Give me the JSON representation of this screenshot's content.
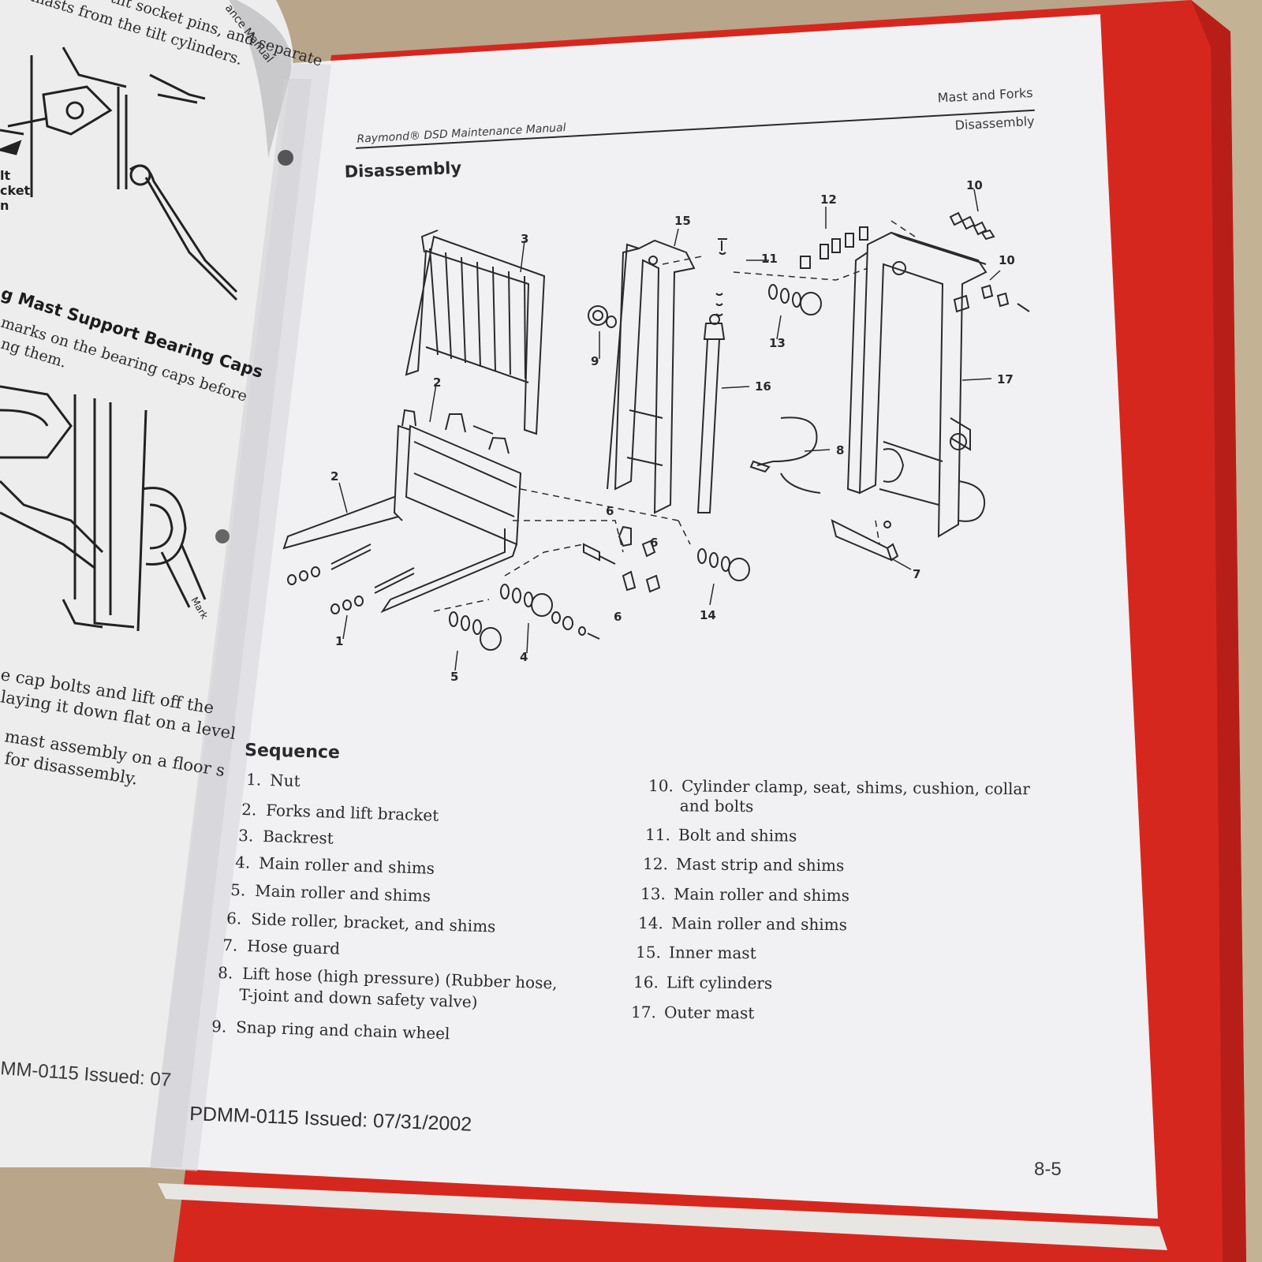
{
  "colors": {
    "binder_red": "#d6271f",
    "table_wood": "#b8a58a",
    "paper": "#f1f1f3",
    "ink": "#2b2b2e"
  },
  "left_page": {
    "top_text_1": "nove the tilt socket pins, and separate",
    "top_text_2": "e masts from the tilt cylinders.",
    "running_head": "ance Manual",
    "callout_1": "lt",
    "callout_2": "cket",
    "callout_3": "n",
    "heading": "g Mast Support Bearing Caps",
    "para_1": "marks on the bearing caps before",
    "para_2": "ng them.",
    "marks_label": "Mark",
    "body_1": "e cap bolts and lift off the",
    "body_2": "laying it down flat on a level",
    "body_3": "mast assembly on a floor s",
    "body_4": "for disassembly.",
    "footer": "MM-0115 Issued: 07"
  },
  "right_page": {
    "header_title": "Raymond® DSD Maintenance Manual",
    "header_chapter": "Mast and Forks",
    "header_section": "Disassembly",
    "section_title": "Disassembly",
    "callouts": [
      "1",
      "2",
      "2",
      "3",
      "4",
      "5",
      "6",
      "6",
      "6",
      "7",
      "8",
      "9",
      "10",
      "10",
      "11",
      "12",
      "13",
      "14",
      "15",
      "16",
      "17"
    ],
    "sequence_title": "Sequence",
    "sequence_left": [
      {
        "num": "1.",
        "text": "Nut"
      },
      {
        "num": "2.",
        "text": "Forks and lift bracket"
      },
      {
        "num": "3.",
        "text": "Backrest"
      },
      {
        "num": "4.",
        "text": "Main roller and shims"
      },
      {
        "num": "5.",
        "text": "Main roller and shims"
      },
      {
        "num": "6.",
        "text": "Side roller, bracket, and shims"
      },
      {
        "num": "7.",
        "text": "Hose guard"
      },
      {
        "num": "8.",
        "text": "Lift hose (high pressure) (Rubber hose,",
        "text2": "T-joint and down safety valve)"
      },
      {
        "num": "9.",
        "text": "Snap ring and chain wheel"
      }
    ],
    "sequence_right": [
      {
        "num": "10.",
        "text": "Cylinder clamp, seat, shims, cushion, collar",
        "text2": "and bolts"
      },
      {
        "num": "11.",
        "text": "Bolt and shims"
      },
      {
        "num": "12.",
        "text": "Mast strip and shims"
      },
      {
        "num": "13.",
        "text": "Main roller and shims"
      },
      {
        "num": "14.",
        "text": "Main roller and shims"
      },
      {
        "num": "15.",
        "text": "Inner mast"
      },
      {
        "num": "16.",
        "text": "Lift cylinders"
      },
      {
        "num": "17.",
        "text": "Outer mast"
      }
    ],
    "footer": "PDMM-0115 Issued:  07/31/2002",
    "page_number": "8-5"
  }
}
